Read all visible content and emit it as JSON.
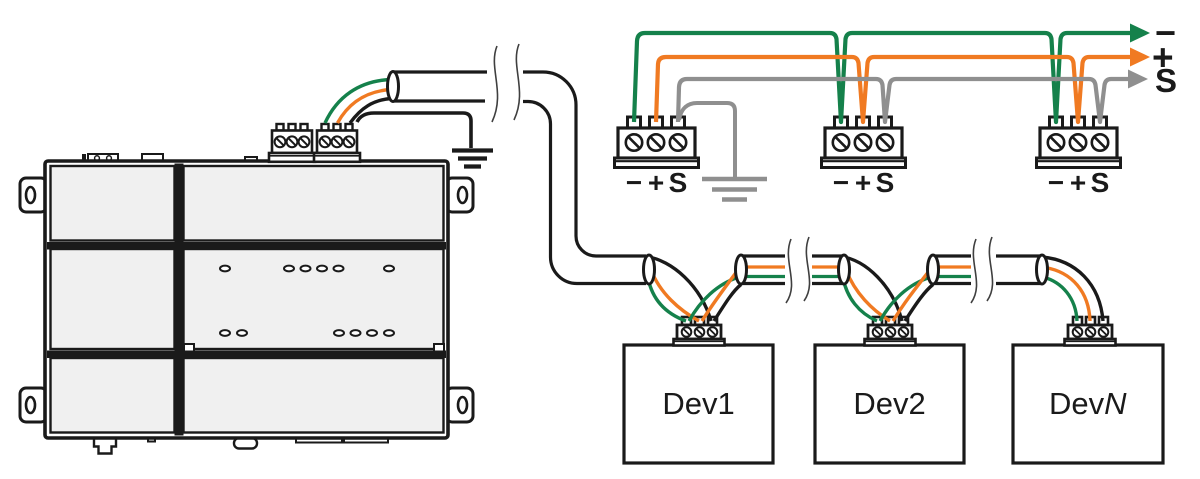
{
  "signal_labels": {
    "minus": "−",
    "plus": "+",
    "shield": "S"
  },
  "devices": {
    "dev1": "Dev1",
    "dev2": "Dev2",
    "devn_prefix": "Dev",
    "devn_suffix": "N"
  },
  "colors": {
    "wire_minus": "#15814B",
    "wire_plus": "#F07A22",
    "wire_shield": "#8F8F8F",
    "line": "#1A1A1A",
    "panel_fill": "#F0F0F0",
    "background": "#FFFFFF"
  }
}
